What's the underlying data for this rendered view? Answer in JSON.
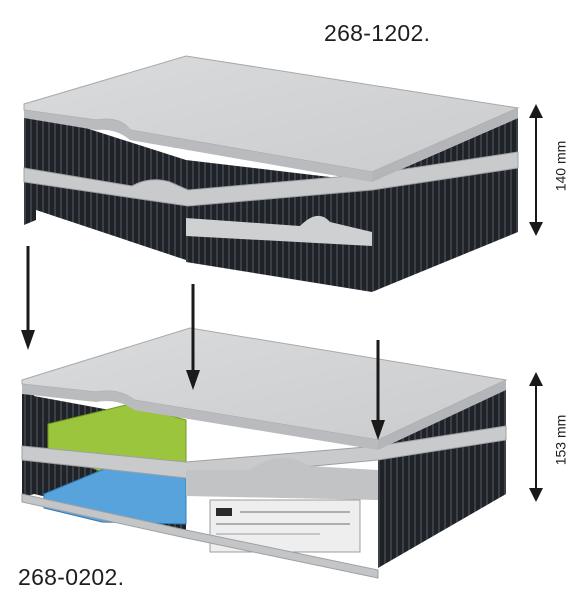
{
  "labels": {
    "top_model": "268-1202.",
    "bottom_model": "268-0202.",
    "top_height": "140 mm",
    "bottom_height": "153 mm"
  },
  "colors": {
    "tray_light": "#d9d9da",
    "tray_mid": "#c5c6c8",
    "tray_shadow": "#a9abae",
    "frame_dark": "#1c1f24",
    "paper_green": "#9ac53c",
    "paper_blue": "#58a3dc",
    "arrow": "#1a1a1a"
  }
}
